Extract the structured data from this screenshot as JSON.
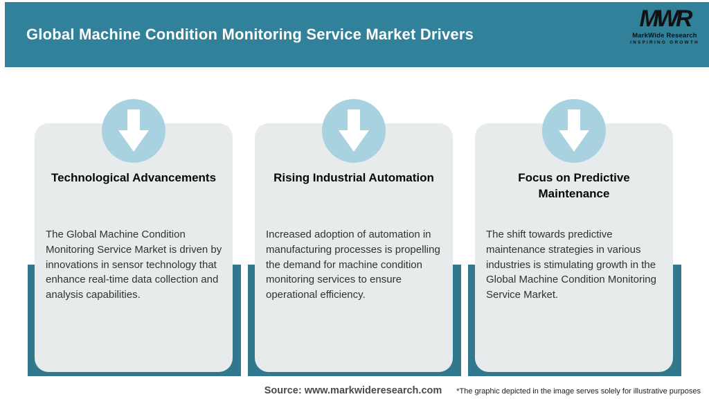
{
  "header": {
    "title": "Global Machine Condition Monitoring Service Market Drivers",
    "logo": {
      "mark": "MWR",
      "name": "MarkWide Research",
      "tagline": "INSPIRING GROWTH"
    }
  },
  "cards": [
    {
      "icon": "down-arrow-icon",
      "title": "Technological Advancements",
      "body": "The Global Machine Condition Monitoring Service Market is driven by innovations in sensor technology that enhance real-time data collection and analysis capabilities."
    },
    {
      "icon": "down-arrow-icon",
      "title": "Rising Industrial Automation",
      "body": "Increased adoption of automation in manufacturing processes is propelling the demand for machine condition monitoring services to ensure operational efficiency."
    },
    {
      "icon": "down-arrow-icon",
      "title": "Focus on Predictive Maintenance",
      "body": "The shift towards predictive maintenance strategies in various industries is stimulating growth in the Global Machine Condition Monitoring Service Market."
    }
  ],
  "footer": {
    "source": "Source: www.markwideresearch.com",
    "disclaimer": "*The graphic depicted in the image serves solely for illustrative purposes"
  },
  "colors": {
    "header_teal": "#32819A",
    "backing_teal": "#31788E",
    "card_gray": "#E8EBEB",
    "circle_blue": "#A9D2E0",
    "arrow": "#FFFFFF",
    "title_text": "#FFFFFF",
    "logo_text": "#111111"
  }
}
